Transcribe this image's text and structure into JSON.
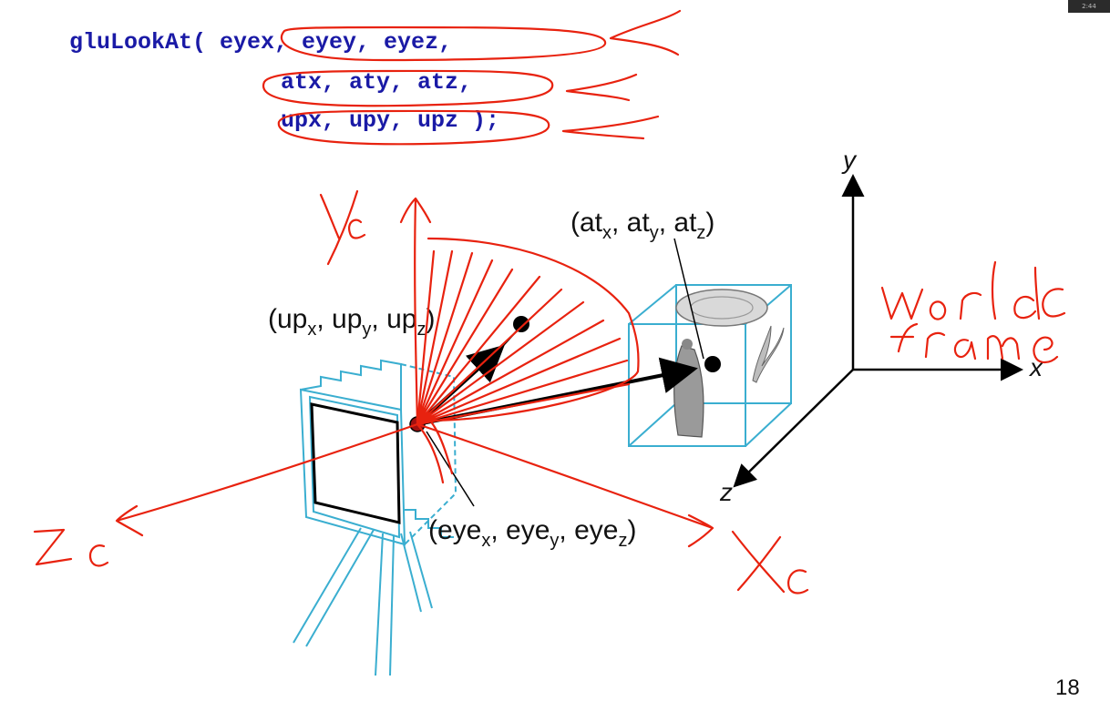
{
  "code": {
    "line1": "gluLookAt( eyex, eyey, eyez,",
    "line2": "atx, aty, atz,",
    "line3": "upx, upy, upz );"
  },
  "labels": {
    "at": {
      "base1": "(at",
      "sub1": "x",
      "sep1": ", at",
      "sub2": "y",
      "sep2": ", at",
      "sub3": "z",
      "close": ")"
    },
    "up": {
      "base1": "(up",
      "sub1": "x",
      "sep1": ", up",
      "sub2": "y",
      "sep2": ", up",
      "sub3": "z",
      "close": ")"
    },
    "eye": {
      "base1": "(eye",
      "sub1": "x",
      "sep1": ", eye",
      "sub2": "y",
      "sep2": ", eye",
      "sub3": "z",
      "close": ")"
    },
    "axis_y": "y",
    "axis_x": "x",
    "axis_z": "z"
  },
  "handwriting": [
    "yc",
    "world frame",
    "zc",
    "xc"
  ],
  "page_number": "18",
  "corner_tab": "2:44",
  "colors": {
    "code": "#1a1aa6",
    "ink": "#e8220f",
    "camera": "#3aaed0"
  }
}
